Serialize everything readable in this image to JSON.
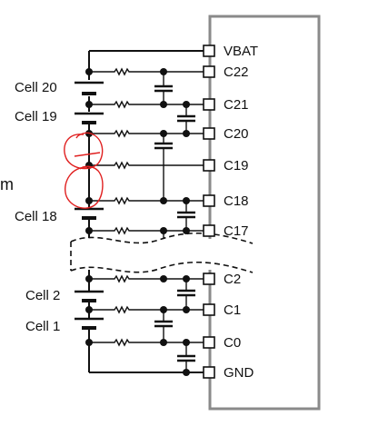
{
  "diagram": {
    "pins": [
      {
        "label": "VBAT"
      },
      {
        "label": "C22"
      },
      {
        "label": "C21"
      },
      {
        "label": "C20"
      },
      {
        "label": "C19"
      },
      {
        "label": "C18"
      },
      {
        "label": "C17"
      },
      {
        "label": "C2"
      },
      {
        "label": "C1"
      },
      {
        "label": "C0"
      },
      {
        "label": "GND"
      }
    ],
    "cells": [
      {
        "label": "Cell 20"
      },
      {
        "label": "Cell 19"
      },
      {
        "label": "Cell 18"
      },
      {
        "label": "Cell 2"
      },
      {
        "label": "Cell 1"
      }
    ],
    "edge_text": "m",
    "colors": {
      "wire": "#111111",
      "ic_outline": "#8a8a8a",
      "annotation": "#e02020"
    }
  }
}
